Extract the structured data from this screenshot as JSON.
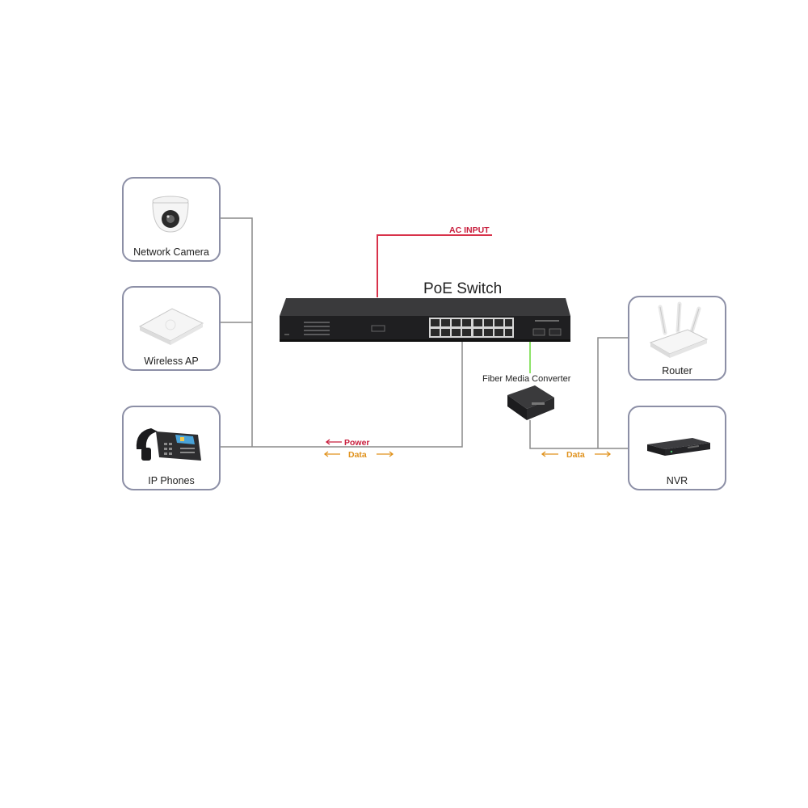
{
  "diagram": {
    "switch": {
      "title": "PoE Switch"
    },
    "ac_input": {
      "label": "AC INPUT"
    },
    "fiber_converter": {
      "label": "Fiber Media Converter"
    },
    "devices": {
      "network_camera": {
        "label": "Network Camera",
        "icon": "dome-camera-icon"
      },
      "wireless_ap": {
        "label": "Wireless AP",
        "icon": "access-point-icon"
      },
      "ip_phones": {
        "label": "IP Phones",
        "icon": "desk-phone-icon"
      },
      "router": {
        "label": "Router",
        "icon": "wifi-router-icon"
      },
      "nvr": {
        "label": "NVR",
        "icon": "nvr-recorder-icon"
      }
    },
    "links": {
      "power": {
        "label": "Power",
        "color": "#c81d3c"
      },
      "data_left": {
        "label": "Data",
        "color": "#e0921d"
      },
      "data_right": {
        "label": "Data",
        "color": "#e0921d"
      },
      "ac_line_color": "#d8324a",
      "fiber_line_color": "#8ee36a",
      "cable_color": "#8a8a8a"
    }
  }
}
